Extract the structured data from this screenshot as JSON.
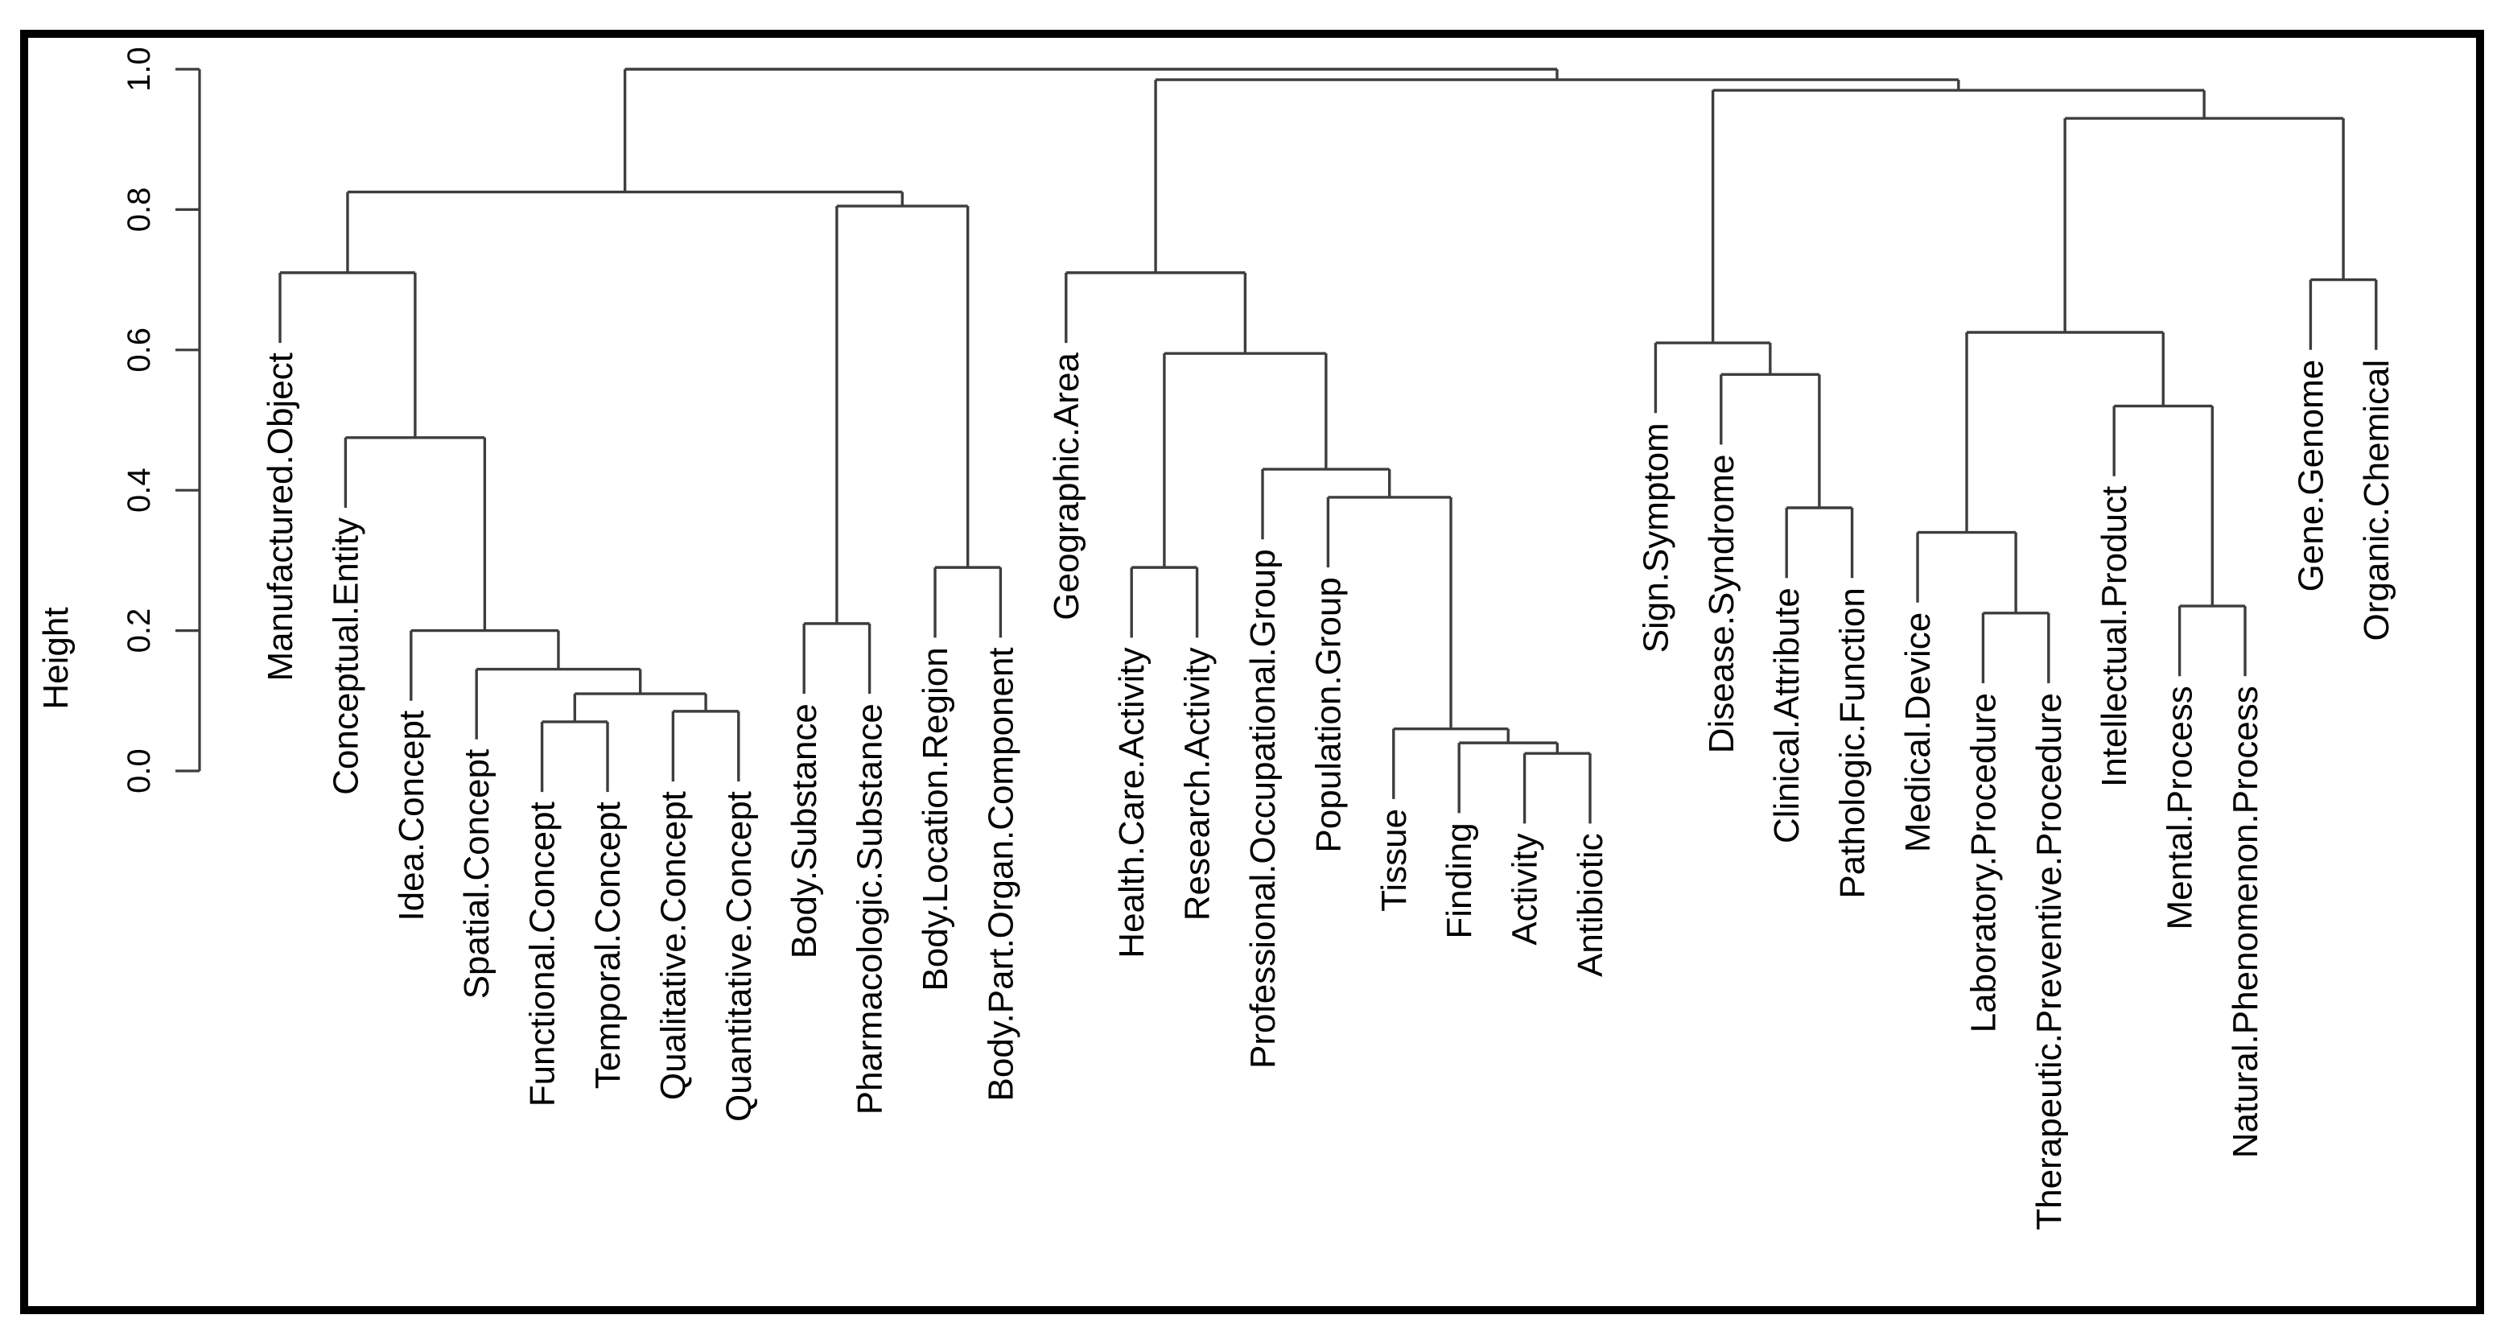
{
  "figure": {
    "background": "#ffffff",
    "border_color": "#000000",
    "line_color": "#3d3d3d",
    "text_color": "#000000"
  },
  "chart_data": {
    "type": "dendrogram",
    "title": "",
    "ylabel": "Height",
    "ylim": [
      0.0,
      1.0
    ],
    "grid": false,
    "legend": "none",
    "hang": 0.1,
    "y_ticks": [
      {
        "label": "0.0",
        "value": 0.0
      },
      {
        "label": "0.2",
        "value": 0.2
      },
      {
        "label": "0.4",
        "value": 0.4
      },
      {
        "label": "0.6",
        "value": 0.6
      },
      {
        "label": "0.8",
        "value": 0.8
      },
      {
        "label": "1.0",
        "value": 1.0
      }
    ],
    "leaves": [
      "Manufactured.Object",
      "Conceptual.Entity",
      "Idea.Concept",
      "Spatial.Concept",
      "Functional.Concept",
      "Temporal.Concept",
      "Qualitative.Concept",
      "Quantitative.Concept",
      "Body.Substance",
      "Pharmacologic.Substance",
      "Body.Location.Region",
      "Body.Part.Organ.Component",
      "Geographic.Area",
      "Health.Care.Activity",
      "Research.Activity",
      "Professional.Occupational.Group",
      "Population.Group",
      "Tissue",
      "Finding",
      "Activity",
      "Antibiotic",
      "Sign.Symptom",
      "Disease.Syndrome",
      "Clinical.Attribute",
      "Pathologic.Function",
      "Medical.Device",
      "Laboratory.Procedure",
      "Therapeutic.Preventive.Procedure",
      "Intellectual.Product",
      "Mental.Process",
      "Natural.Phenomenon.Process",
      "Gene.Genome",
      "Organic.Chemical"
    ],
    "tree": {
      "height": 1.0,
      "children": [
        {
          "height": 0.825,
          "children": [
            {
              "height": 0.71,
              "children": [
                {
                  "leaf": 0
                },
                {
                  "height": 0.475,
                  "children": [
                    {
                      "leaf": 1
                    },
                    {
                      "height": 0.2,
                      "children": [
                        {
                          "leaf": 2
                        },
                        {
                          "height": 0.145,
                          "children": [
                            {
                              "leaf": 3
                            },
                            {
                              "height": 0.11,
                              "children": [
                                {
                                  "height": 0.07,
                                  "children": [
                                    {
                                      "leaf": 4
                                    },
                                    {
                                      "leaf": 5
                                    }
                                  ]
                                },
                                {
                                  "height": 0.085,
                                  "children": [
                                    {
                                      "leaf": 6
                                    },
                                    {
                                      "leaf": 7
                                    }
                                  ]
                                }
                              ]
                            }
                          ]
                        }
                      ]
                    }
                  ]
                }
              ]
            },
            {
              "height": 0.805,
              "children": [
                {
                  "height": 0.21,
                  "children": [
                    {
                      "leaf": 8
                    },
                    {
                      "leaf": 9
                    }
                  ]
                },
                {
                  "height": 0.29,
                  "children": [
                    {
                      "leaf": 10
                    },
                    {
                      "leaf": 11
                    }
                  ]
                }
              ]
            }
          ]
        },
        {
          "height": 0.985,
          "children": [
            {
              "height": 0.71,
              "children": [
                {
                  "leaf": 12
                },
                {
                  "height": 0.595,
                  "children": [
                    {
                      "height": 0.29,
                      "children": [
                        {
                          "leaf": 13
                        },
                        {
                          "leaf": 14
                        }
                      ]
                    },
                    {
                      "height": 0.43,
                      "children": [
                        {
                          "leaf": 15
                        },
                        {
                          "height": 0.39,
                          "children": [
                            {
                              "leaf": 16
                            },
                            {
                              "height": 0.06,
                              "children": [
                                {
                                  "leaf": 17
                                },
                                {
                                  "height": 0.04,
                                  "children": [
                                    {
                                      "leaf": 18
                                    },
                                    {
                                      "height": 0.025,
                                      "children": [
                                        {
                                          "leaf": 19
                                        },
                                        {
                                          "leaf": 20
                                        }
                                      ]
                                    }
                                  ]
                                }
                              ]
                            }
                          ]
                        }
                      ]
                    }
                  ]
                }
              ]
            },
            {
              "height": 0.97,
              "children": [
                {
                  "height": 0.61,
                  "children": [
                    {
                      "leaf": 21
                    },
                    {
                      "height": 0.565,
                      "children": [
                        {
                          "leaf": 22
                        },
                        {
                          "height": 0.375,
                          "children": [
                            {
                              "leaf": 23
                            },
                            {
                              "leaf": 24
                            }
                          ]
                        }
                      ]
                    }
                  ]
                },
                {
                  "height": 0.93,
                  "children": [
                    {
                      "height": 0.625,
                      "children": [
                        {
                          "height": 0.34,
                          "children": [
                            {
                              "leaf": 25
                            },
                            {
                              "height": 0.225,
                              "children": [
                                {
                                  "leaf": 26
                                },
                                {
                                  "leaf": 27
                                }
                              ]
                            }
                          ]
                        },
                        {
                          "height": 0.52,
                          "children": [
                            {
                              "leaf": 28
                            },
                            {
                              "height": 0.235,
                              "children": [
                                {
                                  "leaf": 29
                                },
                                {
                                  "leaf": 30
                                }
                              ]
                            }
                          ]
                        }
                      ]
                    },
                    {
                      "height": 0.7,
                      "children": [
                        {
                          "leaf": 31
                        },
                        {
                          "leaf": 32
                        }
                      ]
                    }
                  ]
                }
              ]
            }
          ]
        }
      ]
    }
  }
}
